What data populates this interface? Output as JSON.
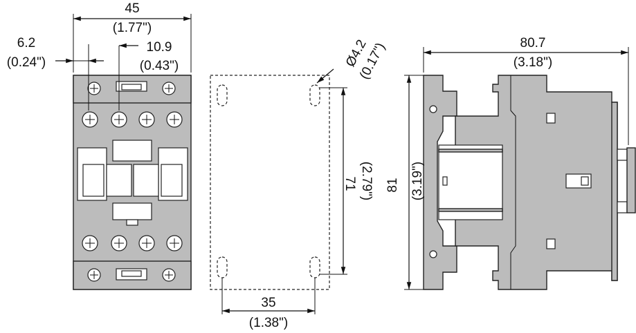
{
  "front_view": {
    "width_mm": "45",
    "width_in": "(1.77\")",
    "pitch_left_mm": "6.2",
    "pitch_left_in": "(0.24\")",
    "pitch_right_mm": "10.9",
    "pitch_right_in": "(0.43\")"
  },
  "mounting_view": {
    "hole_dia": "Ø4.2",
    "hole_dia_in": "(0.17\")",
    "vertical_mm": "71",
    "vertical_in": "(2.79\")",
    "horizontal_mm": "35",
    "horizontal_in": "(1.38\")"
  },
  "side_view": {
    "depth_mm": "80.7",
    "depth_in": "(3.18\")",
    "height_mm": "81",
    "height_in": "(3.19\")"
  }
}
